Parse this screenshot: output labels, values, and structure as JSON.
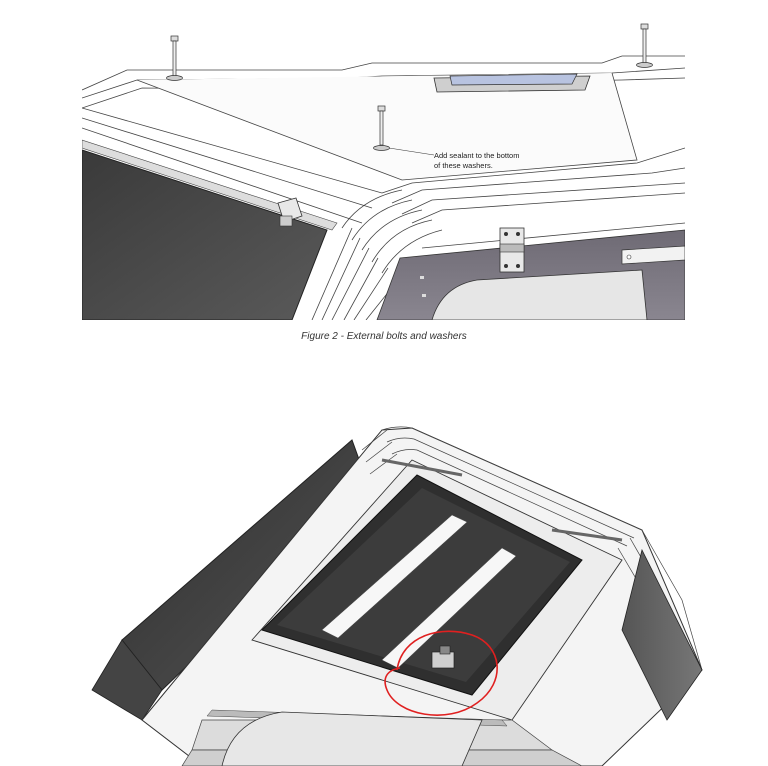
{
  "figure1": {
    "callout_line1": "Add sealant to the bottom",
    "callout_line2": "of these washers.",
    "caption": "Figure 2 - External bolts and washers"
  },
  "figure2": {
    "highlight_color": "#e02020"
  }
}
